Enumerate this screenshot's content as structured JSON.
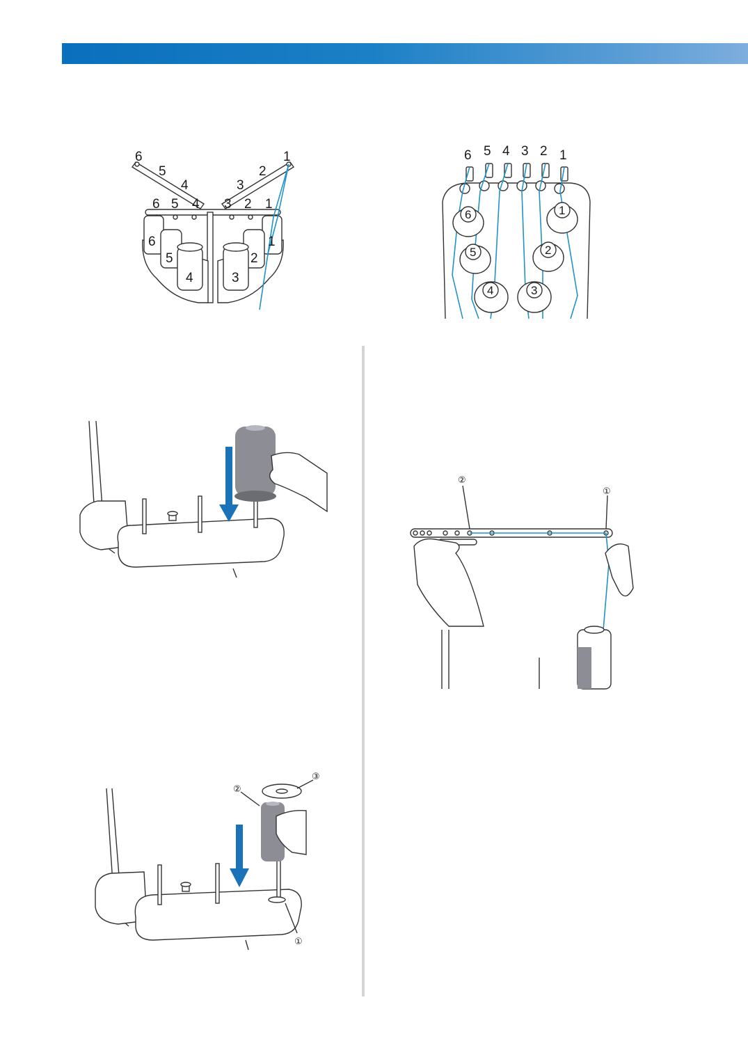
{
  "colors": {
    "header_gradient_start": "#0a6fbd",
    "header_gradient_end": "#7eaede",
    "thread": "#1f93c9",
    "arrow": "#1a73b8",
    "spool_gray": "#8d8d95",
    "divider": "#d4d4d4"
  },
  "figures": {
    "spool_stand_numbers": {
      "arm_left": [
        "6",
        "5",
        "4"
      ],
      "arm_right": [
        "3",
        "2",
        "1"
      ],
      "bar_labels": [
        "6",
        "5",
        "4",
        "3",
        "2",
        "1"
      ],
      "spool_labels": [
        "6",
        "5",
        "4",
        "3",
        "2",
        "1"
      ]
    },
    "thread_guide_numbers": {
      "top_labels": [
        "6",
        "5",
        "4",
        "3",
        "2",
        "1"
      ]
    },
    "place_spool": {
      "arrow_icon": "down-arrow-icon"
    },
    "thread_bar": {
      "callout_1": "①",
      "callout_2": "②"
    },
    "spool_cap": {
      "callout_1": "①",
      "callout_2": "②",
      "callout_3": "③",
      "arrow_icon": "down-arrow-icon"
    }
  }
}
